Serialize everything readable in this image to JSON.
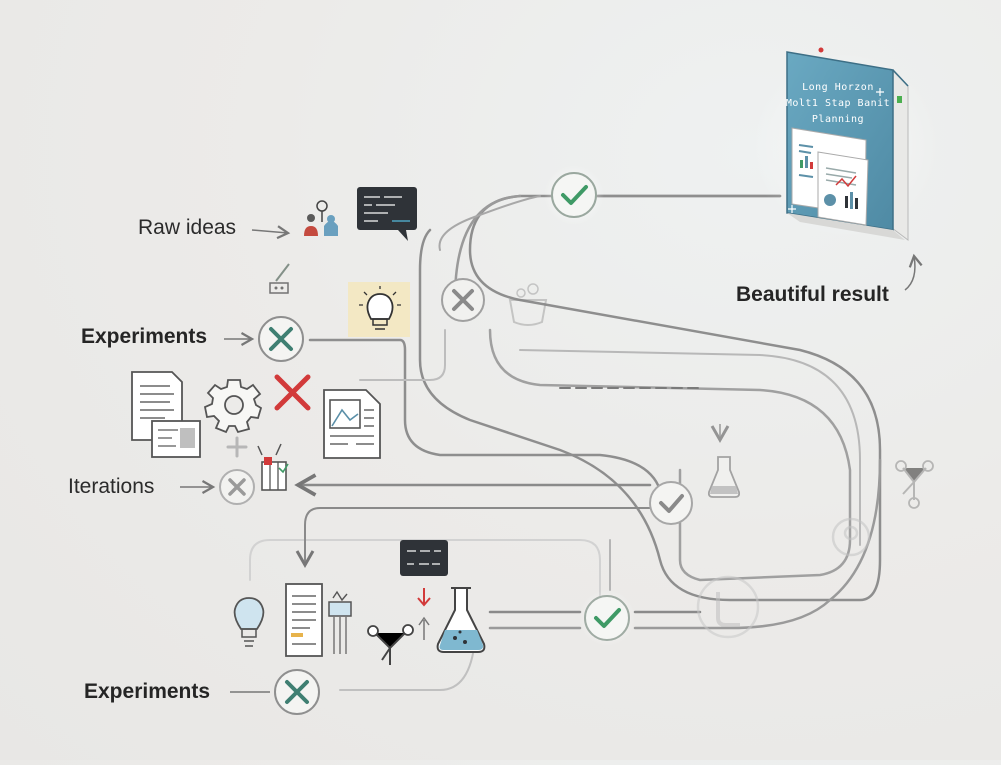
{
  "labels": {
    "raw_ideas": "Raw ideas",
    "experiments_top": "Experiments",
    "iterations": "Iterations",
    "experiments_bottom": "Experiments",
    "beautiful_result": "Beautiful result"
  },
  "book": {
    "title_line1": "Long Horzon",
    "title_line2": "Molt1 Stap Banit",
    "title_line3": "Planning"
  },
  "colors": {
    "background": "#ecebe9",
    "path": "#9a9a9a",
    "check_green": "#3f9a66",
    "cross_teal": "#3f7f72",
    "cross_red": "#d23a3a",
    "book_blue": "#5f9cb6"
  },
  "icons": [
    "people-icon",
    "chat-bubble-icon",
    "lightbulb-icon",
    "document-icon",
    "gear-icon",
    "red-cross-icon",
    "image-document-icon",
    "plus-icon",
    "experiment-kit-icon",
    "flask-icon",
    "molecule-icon",
    "chart-book-icon"
  ]
}
